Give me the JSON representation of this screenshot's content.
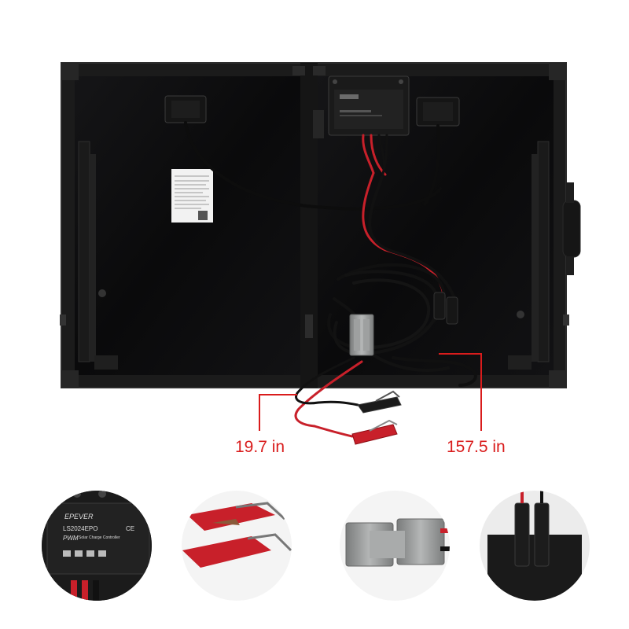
{
  "measurements": {
    "short_cable": "19.7 in",
    "long_cable": "157.5 in"
  },
  "controller": {
    "brand": "EPEVER",
    "model": "LS2024EPO",
    "type": "PWM",
    "subtitle": "Solar Charge Controller",
    "mark": "CE"
  },
  "colors": {
    "frame": "#1b1b1b",
    "panel": "#0b0b0c",
    "measure_line": "#d91c1c",
    "cable_red": "#c8202a",
    "connector_grey": "#8e9090"
  }
}
